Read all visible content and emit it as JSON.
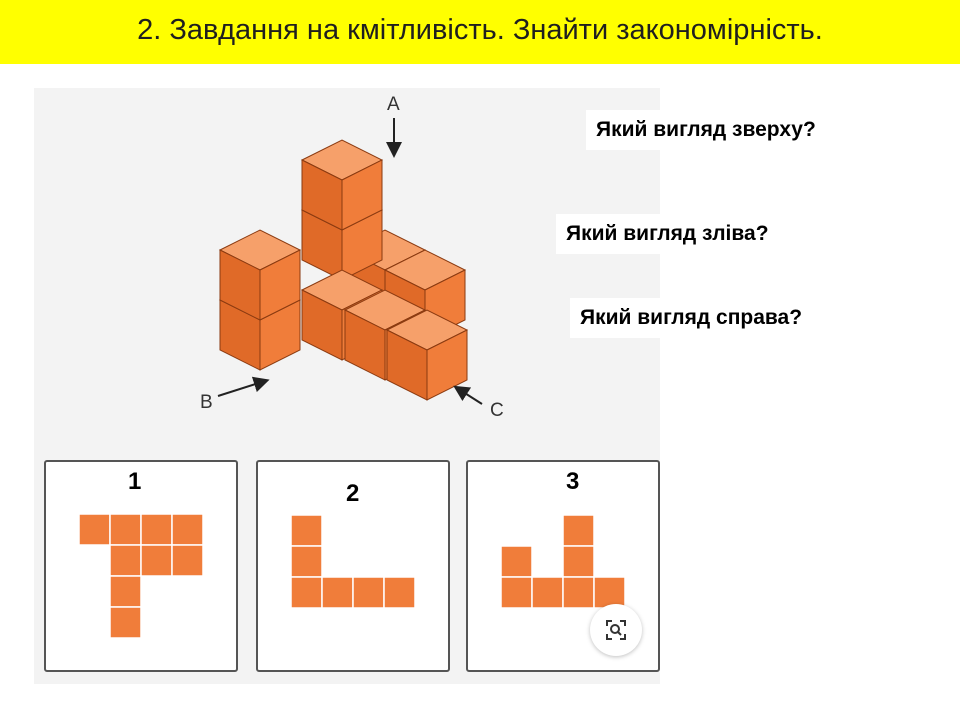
{
  "title": "2. Завдання на кмітливість. Знайти закономірність.",
  "questions": {
    "top": "Який вигляд зверху?",
    "left": "Який вигляд зліва?",
    "right": "Який вигляд справа?"
  },
  "direction_labels": {
    "a": "A",
    "b": "B",
    "c": "C"
  },
  "views": [
    {
      "label": "1",
      "cells": [
        [
          0,
          0
        ],
        [
          1,
          0
        ],
        [
          2,
          0
        ],
        [
          3,
          0
        ],
        [
          1,
          1
        ],
        [
          2,
          1
        ],
        [
          3,
          1
        ],
        [
          1,
          2
        ],
        [
          1,
          3
        ]
      ]
    },
    {
      "label": "2",
      "cells": [
        [
          0,
          0
        ],
        [
          0,
          1
        ],
        [
          0,
          2
        ],
        [
          1,
          2
        ],
        [
          2,
          2
        ],
        [
          3,
          2
        ]
      ]
    },
    {
      "label": "3",
      "cells": [
        [
          2,
          0
        ],
        [
          0,
          1
        ],
        [
          2,
          1
        ],
        [
          0,
          2
        ],
        [
          1,
          2
        ],
        [
          2,
          2
        ],
        [
          3,
          2
        ]
      ]
    }
  ],
  "colors": {
    "title_bg": "#ffff00",
    "cube_orange": "#f07d3a",
    "cube_top": "#f6a06a",
    "cube_side": "#d95f1c"
  },
  "icons": {
    "zoom": "lens-search-icon",
    "arrows": "direction-arrow-icon"
  }
}
